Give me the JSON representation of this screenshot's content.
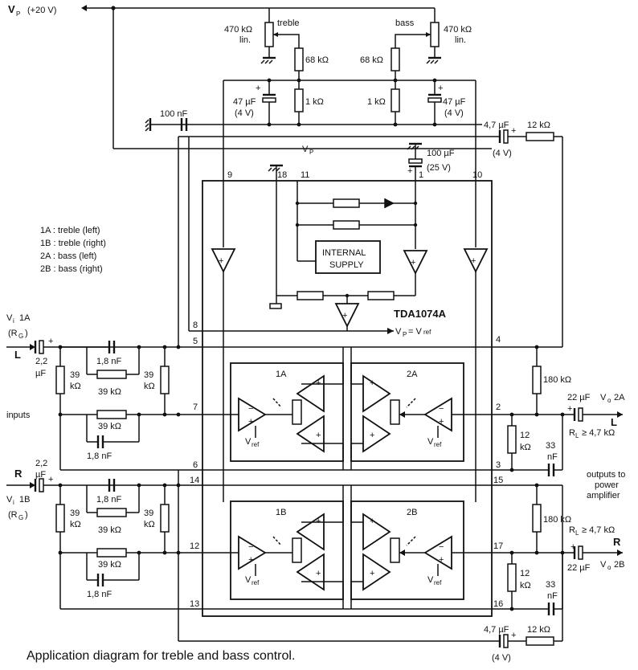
{
  "labels": {
    "vp_supply": "V",
    "vp_sub": "P",
    "vp_value": "(+20 V)",
    "pot_treble_value": "470 kΩ",
    "pot_treble_taper": "lin.",
    "pot_bass_value": "470 kΩ",
    "pot_bass_taper": "lin.",
    "treble": "treble",
    "bass": "bass",
    "r68k": "68 kΩ",
    "r1k": "1 kΩ",
    "c47u": "47 µF",
    "c47u_v": "(4 V)",
    "c100n": "100 nF",
    "c4u7": "4,7 µF",
    "c4u7_v": "(4 V)",
    "r12k": "12 kΩ",
    "vp_internal": "V",
    "c100u": "100 µF",
    "c100u_v": "(25 V)",
    "legend_1a": "1A : treble (left)",
    "legend_1b": "1B : treble (right)",
    "legend_2a": "2A : bass (left)",
    "legend_2b": "2B : bass (right)",
    "internal_supply_1": "INTERNAL",
    "internal_supply_2": "SUPPLY",
    "chip_name": "TDA1074A",
    "vref_eq": "V",
    "vref_eq_tail": "= V",
    "vref": "V",
    "ref": "ref",
    "vi1a": "V",
    "vi1a_sub": "i",
    "vi1a_tail": "1A",
    "rg": "(R",
    "rg_sub": "G",
    "rg_close": ")",
    "L": "L",
    "R": "R",
    "c2u2": "2,2",
    "c2u2_unit": "µF",
    "c1n8": "1,8 nF",
    "r39k": "39 kΩ",
    "r39": "39",
    "kohm": "kΩ",
    "inputs": "inputs",
    "r180k": "180 kΩ",
    "r12": "12",
    "c22u": "22 µF",
    "vo2a": "V",
    "vo2a_sub": "o",
    "vo2a_tail": "2A",
    "rl": "R",
    "rl_sub": "L",
    "rl_val": "≥ 4,7 kΩ",
    "c33": "33",
    "nf": "nF",
    "outputs_1": "outputs to",
    "outputs_2": "power",
    "outputs_3": "amplifier",
    "vi1b": "V",
    "vi1b_tail": "1B",
    "vo2b": "V",
    "vo2b_tail": "2B",
    "sec_1a": "1A",
    "sec_2a": "2A",
    "sec_1b": "1B",
    "sec_2b": "2B",
    "plus": "+",
    "minus": "−"
  },
  "pins": [
    "9",
    "18",
    "11",
    "1",
    "10",
    "8",
    "5",
    "7",
    "6",
    "4",
    "2",
    "3",
    "14",
    "12",
    "13",
    "15",
    "17",
    "16"
  ],
  "caption": "Application diagram for treble and bass control."
}
